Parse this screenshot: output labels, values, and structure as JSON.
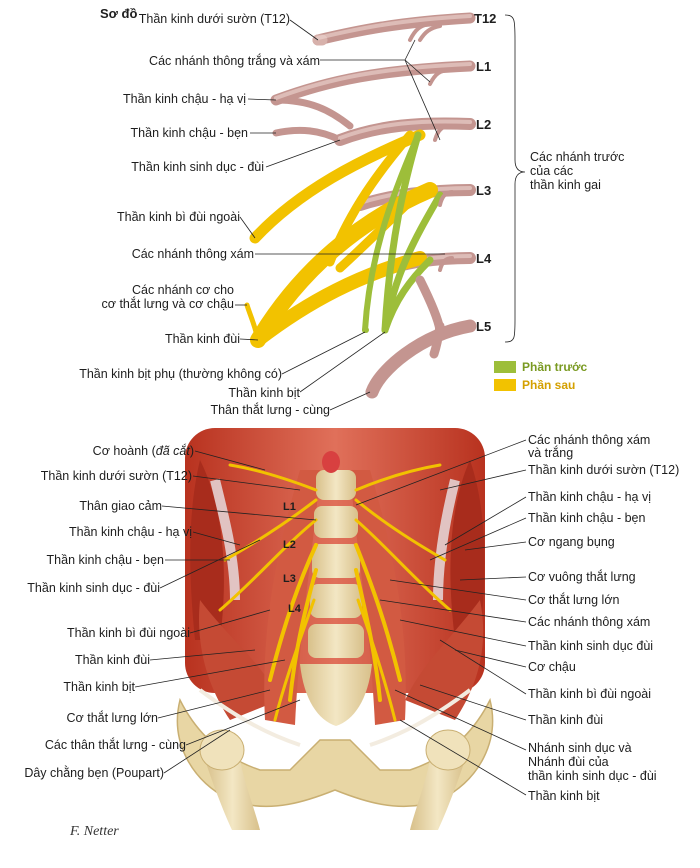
{
  "upper": {
    "title": "Sơ đồ",
    "segments": [
      "T12",
      "L1",
      "L2",
      "L3",
      "L4",
      "L5"
    ],
    "brace_label": [
      "Các nhánh trước",
      "của các",
      "thần kinh gai"
    ],
    "legend": [
      {
        "label": "Phần trước",
        "color": "#9dbe3a"
      },
      {
        "label": "Phần sau",
        "color": "#f2c200"
      }
    ],
    "labels": {
      "t12": "Thần kinh dưới sườn (T12)",
      "rami": "Các nhánh thông trắng và xám",
      "iliohypo": "Thần kinh chậu - hạ vị",
      "ilioing": "Thần kinh chậu - bẹn",
      "genito": "Thần kinh sinh dục - đùi",
      "latcut": "Thần kinh bì đùi ngoài",
      "graycomm": "Các nhánh thông xám",
      "muscbr1": "Các nhánh cơ cho",
      "muscbr2": "cơ thắt lưng và cơ chậu",
      "femoral": "Thần kinh đùi",
      "accobt": "Thần kinh bịt phụ (thường không có)",
      "obt": "Thần kinh bịt",
      "lumbosac": "Thân thắt lưng - cùng"
    }
  },
  "lower": {
    "vertebra_labels": [
      "L1",
      "L2",
      "L3",
      "L4"
    ],
    "left_labels": {
      "diaphragm_a": "Cơ hoành (",
      "diaphragm_b": "đã cắt",
      "diaphragm_c": ")",
      "t12": "Thần kinh dưới sườn (T12)",
      "symp": "Thân giao cảm",
      "iliohypo": "Thần kinh chậu - hạ vị",
      "ilioing": "Thần kinh chậu - bẹn",
      "genito": "Thần kinh sinh dục - đùi",
      "latcut": "Thần kinh bì đùi ngoài",
      "femoral": "Thần kinh đùi",
      "obt": "Thần kinh bịt",
      "psoas": "Cơ thắt lưng lớn",
      "lumbosac": "Các thân thắt lưng - cùng",
      "inguinal": "Dây chằng bẹn (Poupart)"
    },
    "right_labels": {
      "rami1": "Các nhánh thông xám",
      "rami2": "và trắng",
      "t12": "Thần kinh dưới sườn (T12)",
      "iliohypo": "Thần kinh chậu - hạ vị",
      "ilioing": "Thần kinh chậu - bẹn",
      "transv": "Cơ ngang bụng",
      "quadratus": "Cơ vuông thắt lưng",
      "psoas": "Cơ thắt lưng lớn",
      "graycomm": "Các nhánh thông xám",
      "genito": "Thần kinh sinh dục đùi",
      "iliacus": "Cơ chậu",
      "latcut": "Thần kinh bì đùi ngoài",
      "femoral": "Thần kinh đùi",
      "genbr1": "Nhánh sinh dục và",
      "genbr2": "Nhánh đùi của",
      "genbr3": "thần kinh sinh dục - đùi",
      "obt": "Thần kinh bịt"
    },
    "signature": "F. Netter"
  },
  "colors": {
    "nerve_pink": "#dcb6b0",
    "nerve_yellow": "#f2c200",
    "nerve_green": "#9dbe3a",
    "muscle_red": "#c8402e",
    "bone": "#ead9a8",
    "leader": "#222222"
  }
}
